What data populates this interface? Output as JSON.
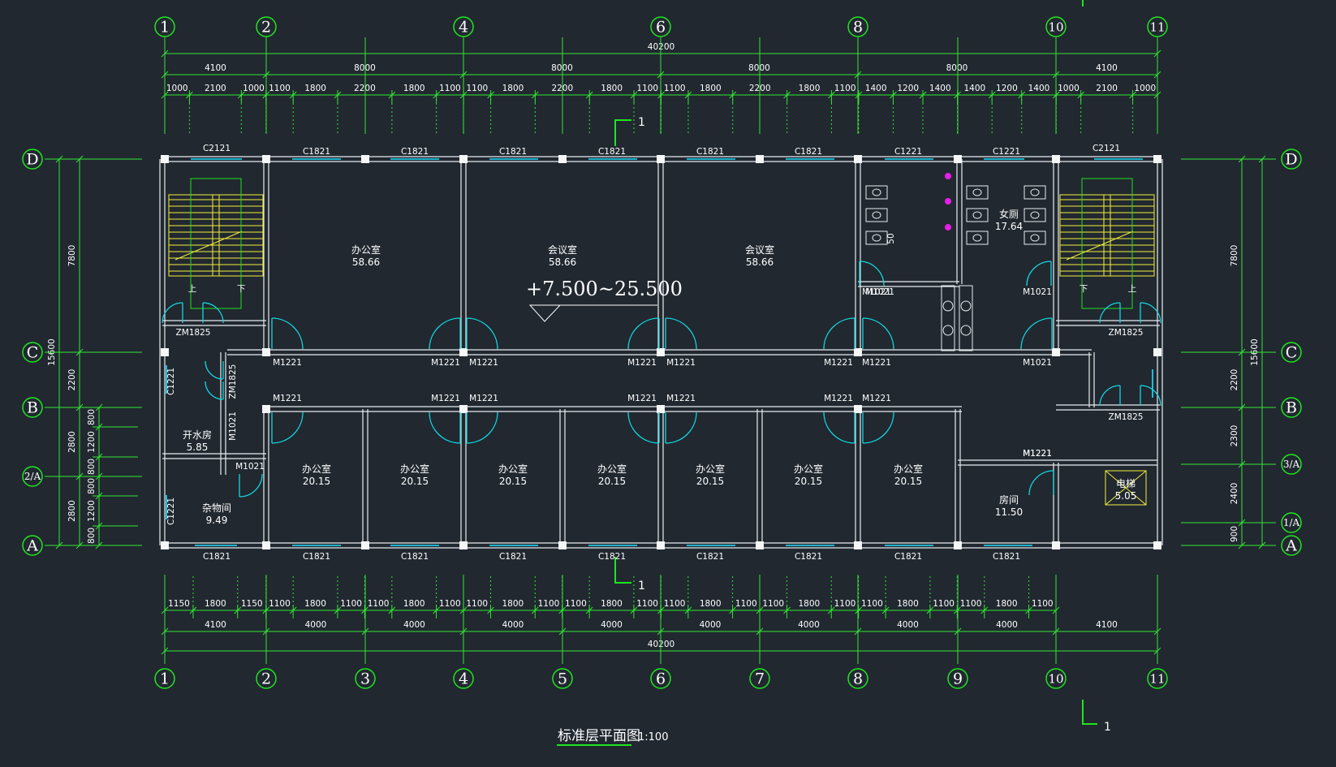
{
  "drawing": {
    "title": "标准层平面图",
    "scale": "1:100",
    "elevation": "+7.500~25.500",
    "section_mark": "1"
  },
  "grid_axes": {
    "numbered_top": [
      "1",
      "2",
      "4",
      "6",
      "8",
      "10",
      "11"
    ],
    "numbered_bottom": [
      "1",
      "2",
      "3",
      "4",
      "5",
      "6",
      "7",
      "8",
      "9",
      "10",
      "11"
    ],
    "lettered_left": [
      "D",
      "C",
      "B",
      "2/A",
      "A"
    ],
    "lettered_right": [
      "D",
      "C",
      "B",
      "3/A",
      "1/A",
      "A"
    ]
  },
  "dimensions": {
    "total_top": "40200",
    "top_row2": [
      "4100",
      "8000",
      "8000",
      "8000",
      "8000",
      "4100"
    ],
    "top_row3": [
      "1000",
      "2100",
      "1000",
      "1100",
      "1800",
      "2200",
      "1800",
      "1100",
      "1100",
      "1800",
      "2200",
      "1800",
      "1100",
      "1100",
      "1800",
      "2200",
      "1800",
      "1100",
      "1400",
      "1200",
      "1400",
      "1400",
      "1200",
      "1400",
      "1000",
      "2100",
      "1000"
    ],
    "bottom_row1": [
      "1150",
      "1800",
      "1150",
      "1100",
      "1800",
      "1100",
      "1100",
      "1800",
      "1100",
      "1100",
      "1800",
      "1100",
      "1100",
      "1800",
      "1100",
      "1100",
      "1800",
      "1100",
      "1100",
      "1800",
      "1100",
      "1100",
      "1800",
      "1100",
      "1100",
      "1800",
      "1100"
    ],
    "bottom_row2": [
      "4100",
      "4000",
      "4000",
      "4000",
      "4000",
      "4000",
      "4000",
      "4000",
      "4000",
      "4100"
    ],
    "total_bottom": "40200",
    "left_total": "15600",
    "left_row": [
      "7800",
      "2200",
      "2800",
      "2800"
    ],
    "left_small": [
      "800",
      "1200",
      "800",
      "800",
      "1200",
      "800"
    ],
    "right_total": "15600",
    "right_row": [
      "7800",
      "2200",
      "2300",
      "2400",
      "900"
    ]
  },
  "rooms": [
    {
      "name": "办公室",
      "area": "58.66"
    },
    {
      "name": "会议室",
      "area": "58.66"
    },
    {
      "name": "会议室",
      "area": "58.66"
    },
    {
      "name": "女厕",
      "area": "17.64"
    },
    {
      "name": "开水房",
      "area": "5.85"
    },
    {
      "name": "杂物间",
      "area": "9.49"
    },
    {
      "name": "办公室",
      "area": "20.15"
    },
    {
      "name": "办公室",
      "area": "20.15"
    },
    {
      "name": "办公室",
      "area": "20.15"
    },
    {
      "name": "办公室",
      "area": "20.15"
    },
    {
      "name": "办公室",
      "area": "20.15"
    },
    {
      "name": "办公室",
      "area": "20.15"
    },
    {
      "name": "办公室",
      "area": "20.15"
    },
    {
      "name": "房间",
      "area": "11.50"
    },
    {
      "name": "电梯",
      "area": "5.05"
    }
  ],
  "labels": {
    "window_top": [
      "C2121",
      "C1821",
      "C1821",
      "C1821",
      "C1821",
      "C1821",
      "C1821",
      "C1221",
      "C1221",
      "C2121"
    ],
    "window_bottom": [
      "C1821",
      "C1821",
      "C1821",
      "C1821",
      "C1821",
      "C1821",
      "C1821",
      "C1821",
      "C1821"
    ],
    "door_corridor_north": [
      "M1221",
      "M1221",
      "M1221",
      "M1221",
      "M1221",
      "M1221",
      "M1221",
      "M1021",
      "M1021"
    ],
    "door_corridor_south": [
      "M1221",
      "M1221",
      "M1221",
      "M1221",
      "M1221",
      "M1221",
      "M1221",
      "M1221"
    ],
    "other": [
      "ZM1825",
      "ZM1825",
      "ZM1825",
      "ZM1825",
      "C1221",
      "C1221",
      "M1021",
      "M1021",
      "M1021",
      "M1021",
      "M1221",
      "上",
      "下",
      "下",
      "上",
      "50"
    ]
  },
  "colors": {
    "background": "#212830",
    "grid": "#21e421",
    "wall": "#e8ecef",
    "window": "#20e0ff",
    "stair": "#f2ef3a"
  }
}
